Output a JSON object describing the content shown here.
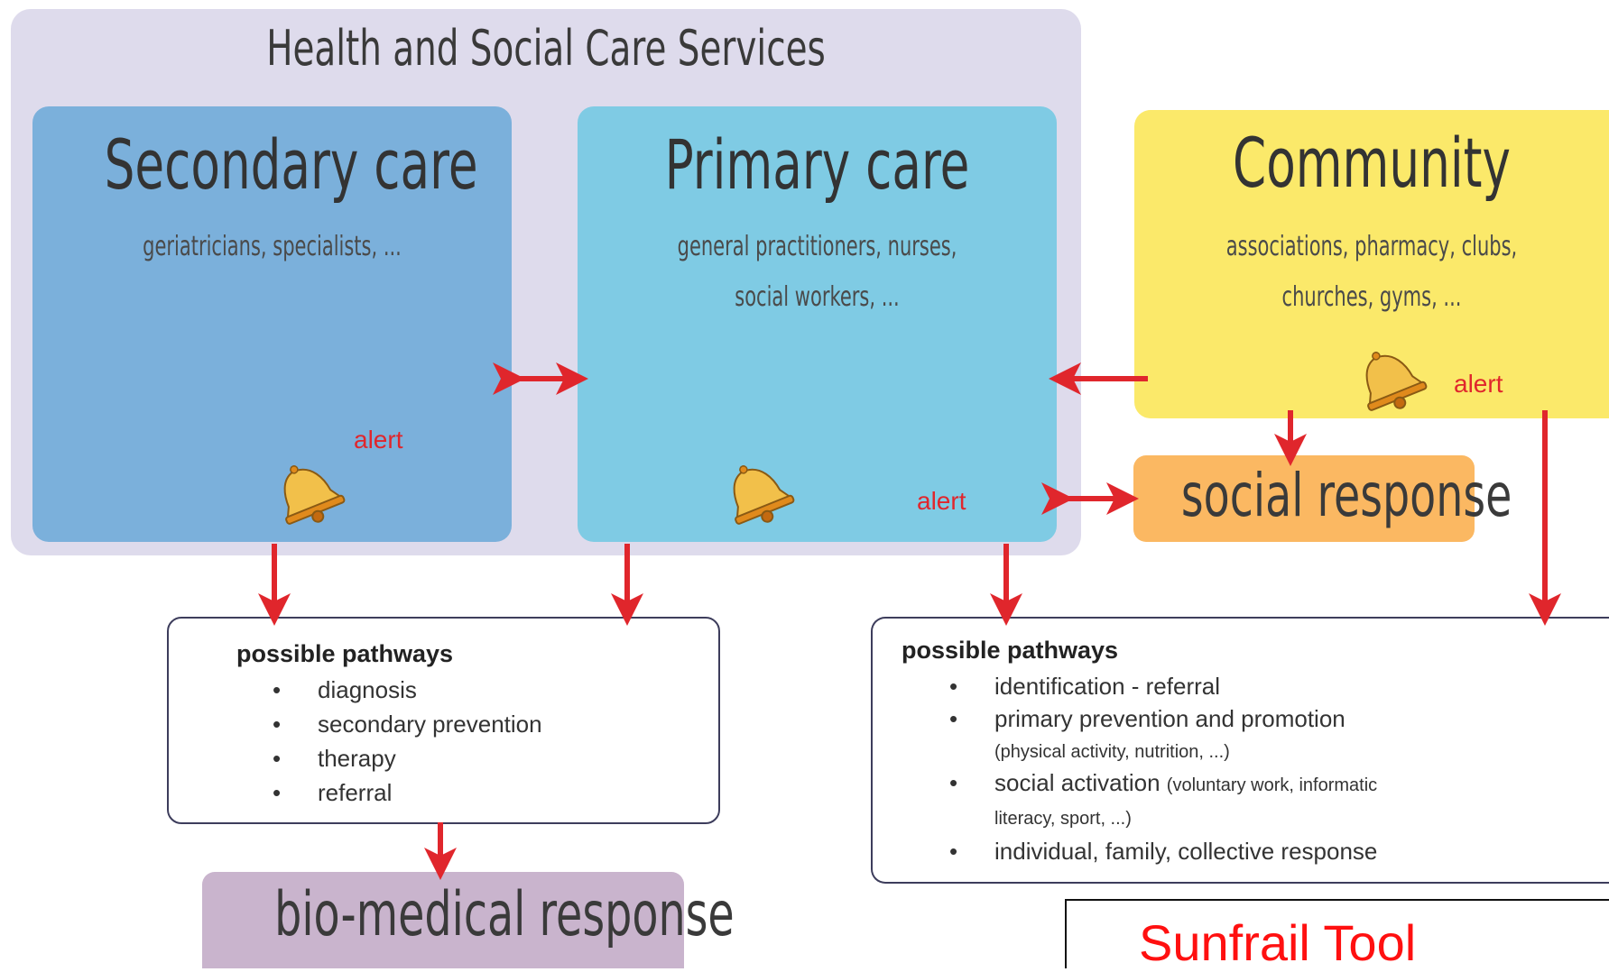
{
  "container_title": "Health and Social Care Services",
  "secondary": {
    "title": "Secondary care",
    "subtitle": "geriatricians, specialists, ...",
    "alert": "alert"
  },
  "primary": {
    "title": "Primary care",
    "subtitle_line1": "general practitioners, nurses,",
    "subtitle_line2": "social workers, ...",
    "alert": "alert"
  },
  "community": {
    "title": "Community",
    "subtitle_line1": "associations, pharmacy, clubs,",
    "subtitle_line2": "churches, gyms, ...",
    "alert": "alert"
  },
  "social_response": "social response",
  "pathways_left": {
    "heading": "possible pathways",
    "bullet": "•",
    "items": [
      "diagnosis",
      "secondary prevention",
      "therapy",
      "referral"
    ]
  },
  "pathways_right": {
    "heading": "possible pathways",
    "bullet": "•",
    "item1": "identification - referral",
    "item2": "primary prevention and promotion",
    "item2_note": "(physical activity, nutrition, ...)",
    "item3": "social activation",
    "item3_note_a": "(voluntary work, informatic",
    "item3_note_b": "literacy, sport, ...)",
    "item4": "individual, family, collective response"
  },
  "bio_medical_response": "bio-medical response",
  "footer_label": "Sunfrail Tool",
  "colors": {
    "arrow": "#e0262c",
    "secondary": "#7bb0db",
    "primary": "#7fcbe4",
    "community": "#fbe96a",
    "social": "#fbb862",
    "bio": "#c9b4cd",
    "container": "#dedbec"
  }
}
